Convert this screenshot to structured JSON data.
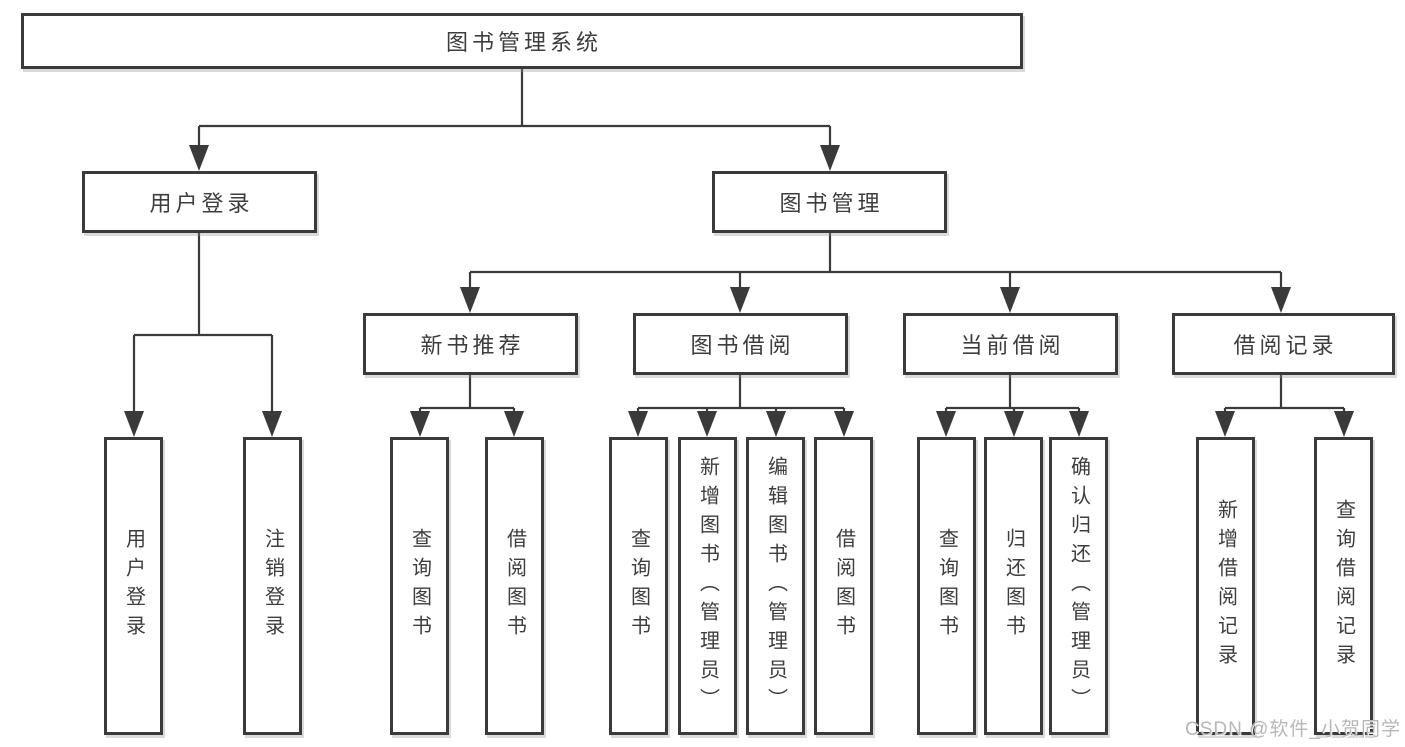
{
  "tree": {
    "label": "图书管理系统",
    "children": [
      {
        "label": "用户登录",
        "children": [
          {
            "label": "用户登录"
          },
          {
            "label": "注销登录"
          }
        ]
      },
      {
        "label": "图书管理",
        "children": [
          {
            "label": "新书推荐",
            "children": [
              {
                "label": "查询图书"
              },
              {
                "label": "借阅图书"
              }
            ]
          },
          {
            "label": "图书借阅",
            "children": [
              {
                "label": "查询图书"
              },
              {
                "label": "新增图书（管理员）"
              },
              {
                "label": "编辑图书（管理员）"
              },
              {
                "label": "借阅图书"
              }
            ]
          },
          {
            "label": "当前借阅",
            "children": [
              {
                "label": "查询图书"
              },
              {
                "label": "归还图书"
              },
              {
                "label": "确认归还（管理员）"
              }
            ]
          },
          {
            "label": "借阅记录",
            "children": [
              {
                "label": "新增借阅记录"
              },
              {
                "label": "查询借阅记录"
              }
            ]
          }
        ]
      }
    ]
  },
  "watermark": "CSDN @软件_小贺同学",
  "colors": {
    "line": "#3a3a3a",
    "text": "#3d3d3d",
    "watermark": "#b7b7b7",
    "background": "#ffffff"
  }
}
